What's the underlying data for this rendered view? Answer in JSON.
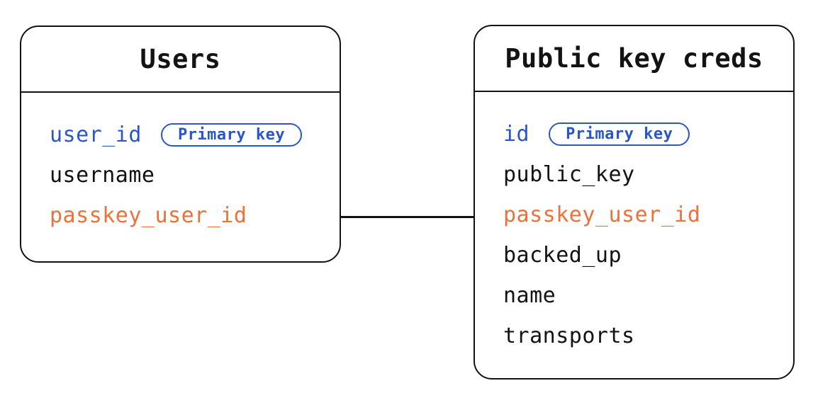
{
  "diagram": {
    "type": "entity-relationship",
    "colors": {
      "blue": "#2A56C6",
      "orange": "#ED7139",
      "black": "#131313",
      "border": "#131313",
      "background": "#ffffff"
    },
    "tables": [
      {
        "id": "users",
        "title": "Users",
        "fields": [
          {
            "name": "user_id",
            "color": "blue",
            "badge": "Primary key"
          },
          {
            "name": "username",
            "color": "black"
          },
          {
            "name": "passkey_user_id",
            "color": "orange"
          }
        ]
      },
      {
        "id": "public-key-creds",
        "title": "Public key creds",
        "fields": [
          {
            "name": "id",
            "color": "blue",
            "badge": "Primary key"
          },
          {
            "name": "public_key",
            "color": "black"
          },
          {
            "name": "passkey_user_id",
            "color": "orange"
          },
          {
            "name": "backed_up",
            "color": "black"
          },
          {
            "name": "name",
            "color": "black"
          },
          {
            "name": "transports",
            "color": "black"
          }
        ]
      }
    ],
    "connector": {
      "from": "Users.passkey_user_id",
      "to": "Public key creds.passkey_user_id",
      "style": "plain-line"
    }
  }
}
